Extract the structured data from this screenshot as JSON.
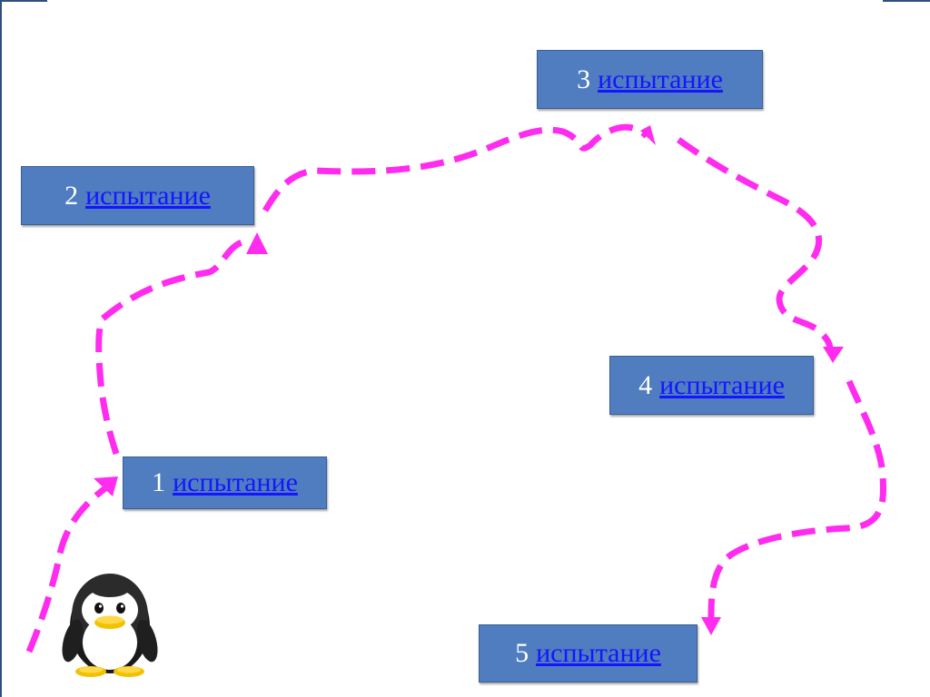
{
  "slide": {
    "path_color": "#ff2cf0",
    "box_color": "#4f7dbf",
    "link_color": "#1515ff",
    "stages": [
      {
        "number": "1",
        "label": "испытание"
      },
      {
        "number": "2",
        "label": "испытание"
      },
      {
        "number": "3",
        "label": "испытание"
      },
      {
        "number": "4",
        "label": "испытание"
      },
      {
        "number": "5",
        "label": "испытание"
      }
    ],
    "mascot_icon": "penguin-icon"
  }
}
